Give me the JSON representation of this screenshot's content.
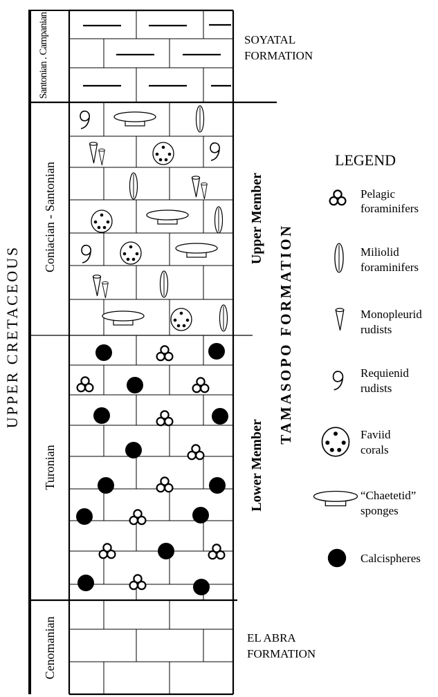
{
  "era": "UPPER CRETACEOUS",
  "formation": "TAMASOPO FORMATION",
  "stages": [
    "Santonian . Campanian",
    "Coniacian - Santonian",
    "Turonian",
    "Cenomanian"
  ],
  "members": [
    "Upper Member",
    "Lower Member"
  ],
  "units": [
    {
      "line1": "SOYATAL",
      "line2": "FORMATION"
    },
    {
      "line1": "EL ABRA",
      "line2": "FORMATION"
    }
  ],
  "legend": {
    "title": "LEGEND",
    "items": [
      {
        "icon": "pelagic-foraminifers-icon",
        "line1": "Pelagic",
        "line2": "foraminifers"
      },
      {
        "icon": "miliolid-foraminifers-icon",
        "line1": "Miliolid",
        "line2": "foraminifers"
      },
      {
        "icon": "monopleurid-rudists-icon",
        "line1": "Monopleurid",
        "line2": "rudists"
      },
      {
        "icon": "requienid-rudists-icon",
        "line1": "Requienid",
        "line2": "rudists"
      },
      {
        "icon": "faviid-corals-icon",
        "line1": "Faviid",
        "line2": "corals"
      },
      {
        "icon": "chaetetid-sponges-icon",
        "line1": "“Chaetetid”",
        "line2": "sponges"
      },
      {
        "icon": "calcispheres-icon",
        "line1": "Calcispheres",
        "line2": ""
      }
    ]
  },
  "colors": {
    "ink": "#000000",
    "paper": "#ffffff"
  }
}
